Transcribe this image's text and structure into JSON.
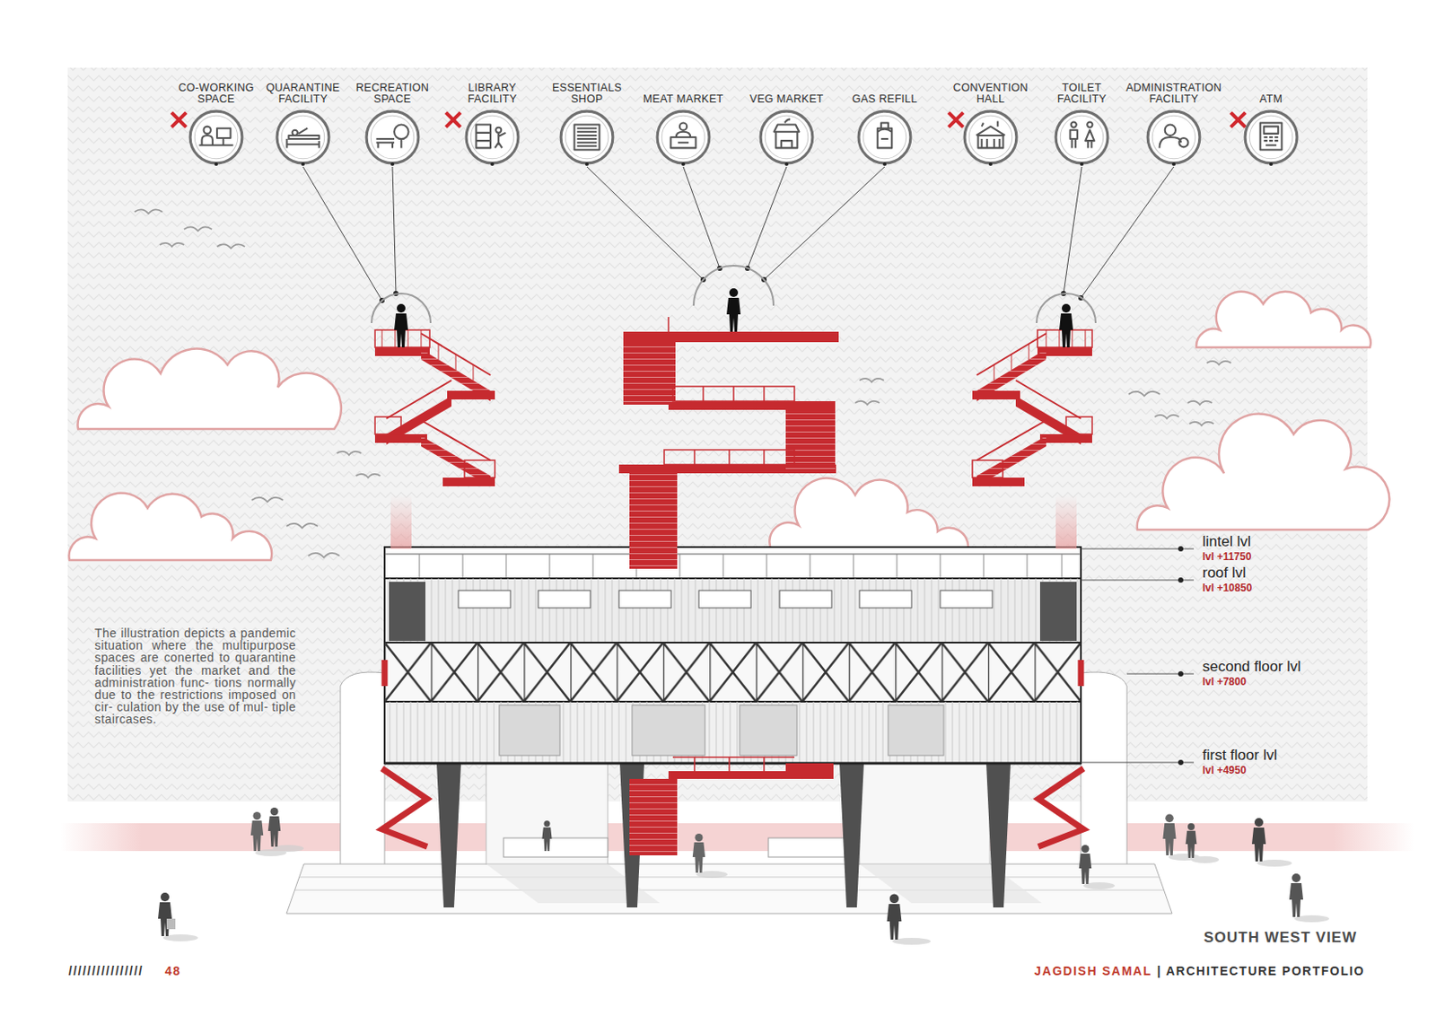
{
  "diagram": {
    "nodes": [
      {
        "text": [
          "CO-WORKING SPACE"
        ]
      },
      {
        "text": [
          "QUARANTINE FACILITY"
        ]
      },
      {
        "text": [
          "RECREATION SPACE"
        ]
      },
      {
        "text": [
          "LIBRARY FACILITY"
        ]
      },
      {
        "text": [
          "ESSENTIALS SHOP"
        ]
      },
      {
        "text": [
          "MEAT MARKET"
        ]
      },
      {
        "text": [
          "VEG MARKET"
        ]
      },
      {
        "text": [
          "GAS REFILL"
        ]
      },
      {
        "text": [
          "CONVENTION HALL"
        ]
      },
      {
        "text": [
          "TOILET FACILITY"
        ]
      },
      {
        "text": [
          "ADMINISTRATION FACILITY"
        ]
      },
      {
        "text": [
          "ATM"
        ]
      }
    ],
    "labels": [
      "The illustration depicts a pandemic situation where the multipurpose spaces are conerted to quarantine facilities yet the market and the administration func- tions normally due to the restrictions imposed on cir- culation by the use of mul- tiple staircases.",
      "lintel lvl",
      "lvl +11750",
      "roof lvl",
      "lvl +10850",
      "second floor lvl",
      "lvl +7800",
      "first floor lvl",
      "lvl +4950",
      "SOUTH WEST VIEW",
      "////////////////",
      "48",
      "JAGDISH SAMAL",
      "| ARCHITECTURE PORTFOLIO"
    ]
  }
}
